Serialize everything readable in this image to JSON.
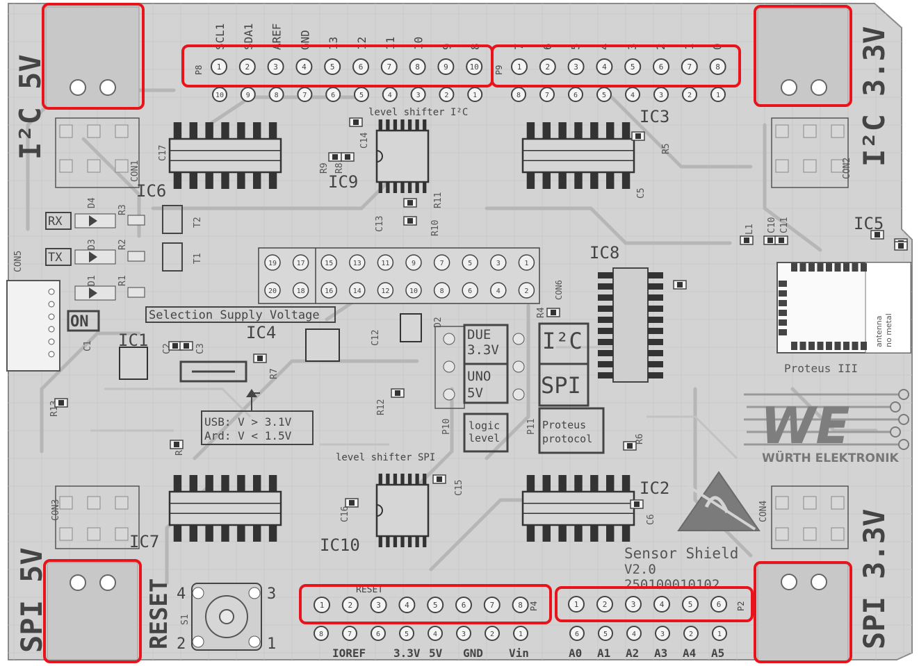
{
  "corner_labels": {
    "i2c_5v": "I²C 5V",
    "i2c_3v3": "I²C 3.3V",
    "spi_5v": "SPI 5V",
    "spi_3v3": "SPI 3.3V",
    "reset": "RESET"
  },
  "headers": {
    "p8": {
      "ref": "P8",
      "pins": [
        "1",
        "2",
        "3",
        "4",
        "5",
        "6",
        "7",
        "8",
        "9",
        "10"
      ],
      "signals": [
        "SCL1",
        "SDA1",
        "AREF",
        "GND",
        "13",
        "12",
        "11",
        "10",
        "9",
        "8"
      ]
    },
    "p9": {
      "ref": "P9",
      "pins": [
        "1",
        "2",
        "3",
        "4",
        "5",
        "6",
        "7",
        "8"
      ],
      "signals": [
        "7",
        "6",
        "5",
        "4",
        "3",
        "2",
        "1",
        "0"
      ]
    },
    "p4": {
      "ref": "P4",
      "pins": [
        "1",
        "2",
        "3",
        "4",
        "5",
        "6",
        "7",
        "8"
      ],
      "signals": [
        "IOREF",
        "3.3V",
        "5V",
        "GND",
        "Vin"
      ],
      "top_label": "RESET"
    },
    "p2": {
      "ref": "P2",
      "pins": [
        "1",
        "2",
        "3",
        "4",
        "5",
        "6"
      ],
      "signals": [
        "A0",
        "A1",
        "A2",
        "A3",
        "A4",
        "A5"
      ]
    }
  },
  "lower_pad_numbers_top_left": [
    "10",
    "9",
    "8",
    "7",
    "6",
    "5",
    "4",
    "3",
    "2",
    "1"
  ],
  "lower_pad_numbers_top_right": [
    "8",
    "7",
    "6",
    "5",
    "4",
    "3",
    "2",
    "1"
  ],
  "lower_pad_numbers_bottom_left": [
    "8",
    "7",
    "6",
    "5",
    "4",
    "3",
    "2",
    "1"
  ],
  "lower_pad_numbers_bottom_right": [
    "6",
    "5",
    "4",
    "3",
    "2",
    "1"
  ],
  "center_header": {
    "row_top": [
      "19",
      "17",
      "15",
      "13",
      "11",
      "9",
      "7",
      "5",
      "3",
      "1"
    ],
    "row_bottom": [
      "20",
      "18",
      "16",
      "14",
      "12",
      "10",
      "8",
      "6",
      "4",
      "2"
    ],
    "ref": "CON6"
  },
  "components": {
    "ic1": "IC1",
    "ic2": "IC2",
    "ic3": "IC3",
    "ic4": "IC4",
    "ic5": "IC5",
    "ic6": "IC6",
    "ic7": "IC7",
    "ic8": "IC8",
    "ic9": "IC9",
    "ic10": "IC10",
    "con1": "CON1",
    "con2": "CON2",
    "con3": "CON3",
    "con4": "CON4",
    "con5": "CON5",
    "p10": "P10",
    "p11": "P11",
    "s1": "S1",
    "r1": "R1",
    "r2": "R2",
    "r3": "R3",
    "r4": "R4",
    "r5": "R5",
    "r6": "R6",
    "r7": "R7",
    "r8": "R8",
    "r9": "R9",
    "r10": "R10",
    "r11": "R11",
    "r12": "R12",
    "r13": "R13",
    "r18": "R18",
    "c1": "C1",
    "c2": "C2",
    "c3": "C3",
    "c5": "C5",
    "c6": "C6",
    "c10": "C10",
    "c11": "C11",
    "c12": "C12",
    "c13": "C13",
    "c14": "C14",
    "c15": "C15",
    "c16": "C16",
    "c17": "C17",
    "d1": "D1",
    "d2": "D2",
    "d3": "D3",
    "d4": "D4",
    "l1": "L1",
    "t1": "T1",
    "t2": "T2"
  },
  "labels": {
    "level_shifter_i2c": "level shifter I²C",
    "level_shifter_spi": "level shifter SPI",
    "selection_supply": "Selection Supply Voltage",
    "usb_line": "USB: V > 3.1V",
    "ard_line": "Ard: V < 1.5V",
    "rx": "RX",
    "tx": "TX",
    "on": "ON",
    "due": "DUE",
    "due_v": "3.3V",
    "uno": "UNO",
    "uno_v": "5V",
    "i2c": "I²C",
    "spi": "SPI",
    "logic": "logic",
    "level": "level",
    "proteus": "Proteus",
    "protocol": "protocol",
    "proteus_module": "Proteus III",
    "antenna": "antenna",
    "no_metal": "no metal",
    "sensor_shield": "Sensor Shield",
    "version": "V2.0",
    "part_number": "250100010102",
    "brand": "WÜRTH ELEKTRONIK",
    "brand_logo": "WE"
  },
  "button_pins": [
    "4",
    "3",
    "2",
    "1"
  ],
  "highlight_color": "#e8141c",
  "board_color": "#d3d3d3",
  "trace_color": "#bcbcbc",
  "silk_color": "#4a4a4a"
}
